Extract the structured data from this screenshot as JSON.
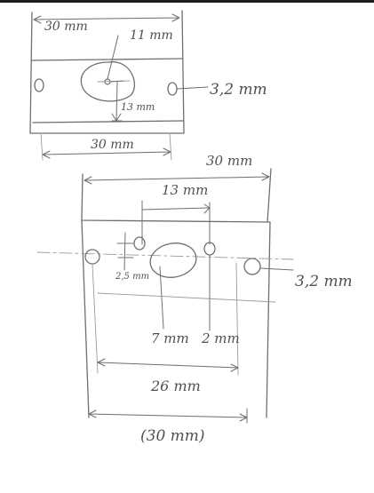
{
  "labels": {
    "top_width": "30 mm",
    "top_hole_diameter": "11 mm",
    "top_side_hole": "3,2 mm",
    "top_height": "13 mm",
    "top_span": "30 mm",
    "bottom_width": "30 mm",
    "bottom_pin_span": "13 mm",
    "bottom_offset": "2,5 mm",
    "bottom_side_hole": "3,2 mm",
    "bottom_center_hole": "7 mm",
    "bottom_pin_hole": "2 mm",
    "bottom_outer_span": "26 mm",
    "bottom_total": "(30 mm)"
  }
}
